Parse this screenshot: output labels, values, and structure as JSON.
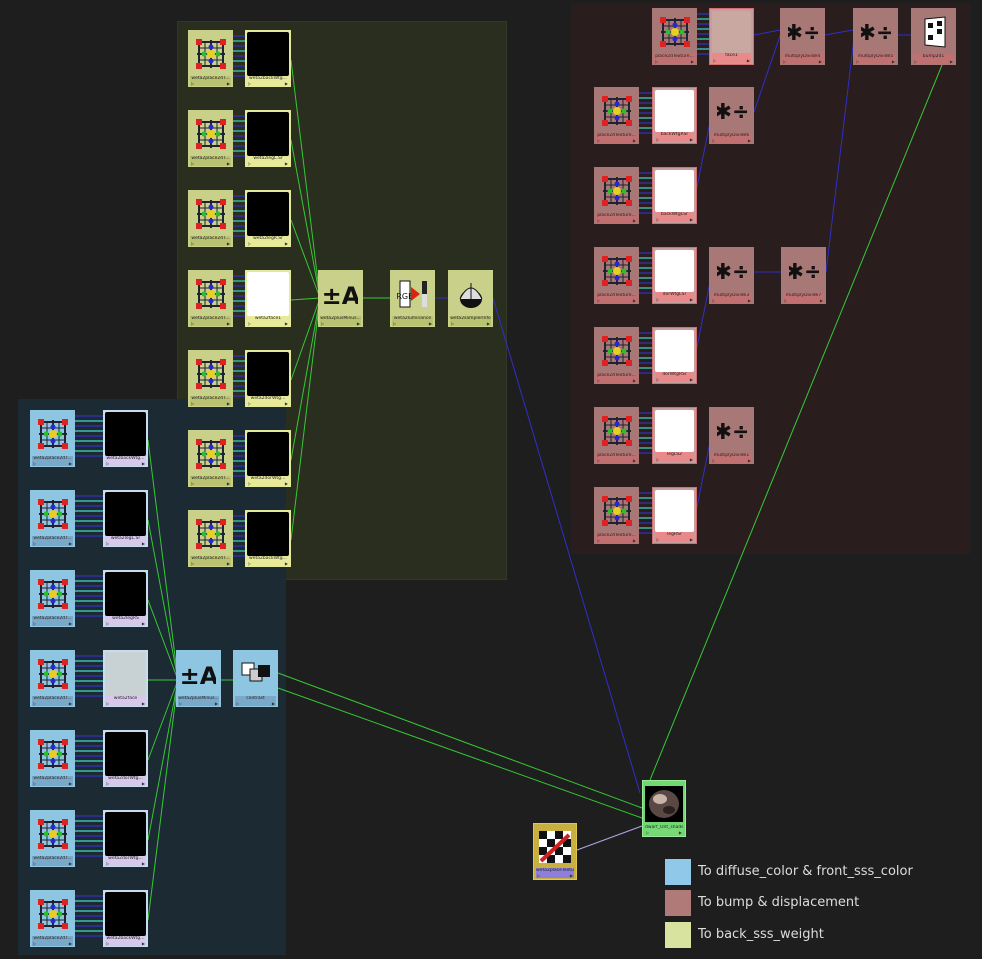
{
  "colors": {
    "diffuse": "#8fc8e8",
    "bump": "#b07a78",
    "back_sss": "#d8e3a0",
    "wire_green": "#35c935",
    "wire_blue": "#2f2fc8",
    "wire_lilac": "#b0a8e8"
  },
  "yellow_group": {
    "rows": [
      {
        "place_label": "weta2place2dT...",
        "file_label": "weta2backWtg..."
      },
      {
        "place_label": "weta2place2dT...",
        "file_label": "weta2legL.Sr"
      },
      {
        "place_label": "weta2place2dT...",
        "file_label": "weta2legR.Sr"
      },
      {
        "place_label": "weta2place2dT...",
        "file_label": "weta2face1"
      },
      {
        "place_label": "weta2place2dT...",
        "file_label": "weta2dorWtg..."
      },
      {
        "place_label": "weta2place2dT...",
        "file_label": "weta2dorWtg..."
      },
      {
        "place_label": "weta2place2dT...",
        "file_label": "weta2backWtg..."
      }
    ],
    "plus_minus_label": "weta2plusMinus...",
    "luminance_label": "weta2luminance",
    "sampler_label": "weta2samplerInfo"
  },
  "blue_group": {
    "rows": [
      {
        "place_label": "weta2place2dT...",
        "file_label": "weta2backWtg..."
      },
      {
        "place_label": "weta2place2dT...",
        "file_label": "weta2legL.Sr"
      },
      {
        "place_label": "weta2place2dT...",
        "file_label": "weta2legRS"
      },
      {
        "place_label": "weta2place2dT...",
        "file_label": "weta2face"
      },
      {
        "place_label": "weta2place2dT...",
        "file_label": "weta2dorWtg..."
      },
      {
        "place_label": "weta2place2dT...",
        "file_label": "weta2dorWtg..."
      },
      {
        "place_label": "weta2place2dT...",
        "file_label": "weta2backWtg..."
      }
    ],
    "plus_minus_label": "weta2plusMinus...",
    "contrast_label": "contrast"
  },
  "red_group": {
    "rows": [
      {
        "place_label": "place2dTexture...",
        "file_label": "face1"
      },
      {
        "place_label": "place2dTexture...",
        "file_label": "backWtgRSr"
      },
      {
        "place_label": "place2dTexture...",
        "file_label": "backWtgLSr"
      },
      {
        "place_label": "place2dTexture...",
        "file_label": "dorWtgLSr"
      },
      {
        "place_label": "place2dTexture...",
        "file_label": "dorWtgRSr"
      },
      {
        "place_label": "place2dTexture...",
        "file_label": "legLS2"
      },
      {
        "place_label": "place2dTexture...",
        "file_label": "legRSr"
      }
    ],
    "multiply_labels": [
      "multiplyDivide4",
      "multiplyDivide5",
      "multiplyDivide6",
      "multiplyDivide3",
      "multiplyDivide7",
      "multiplyDivide1"
    ],
    "bump_label": "bump2d1"
  },
  "shader": {
    "label": "dwarf_Ont_shader"
  },
  "texture": {
    "label": "weta2placeTexture..."
  },
  "legend": [
    {
      "text": "To diffuse_color & front_sss_color",
      "color_key": "diffuse"
    },
    {
      "text": "To bump & displacement",
      "color_key": "bump"
    },
    {
      "text": "To back_sss_weight",
      "color_key": "back_sss"
    }
  ]
}
